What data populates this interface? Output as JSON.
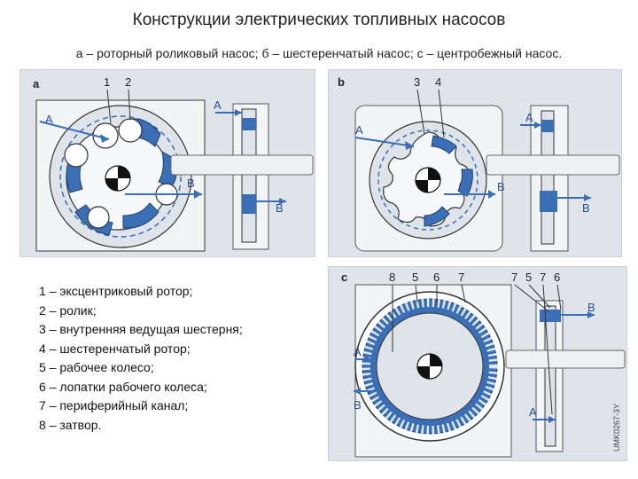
{
  "title": "Конструкции электрических топливных насосов",
  "subtitle": "а – роторный роликовый насос; б – шестеренчатый насос; с – центробежный насос.",
  "panels": {
    "a": {
      "letter": "a",
      "num1": "1",
      "num2": "2",
      "labelA1": "A",
      "labelA2": "A",
      "labelB1": "B",
      "labelB2": "B"
    },
    "b": {
      "letter": "b",
      "num3": "3",
      "num4": "4",
      "labelA1": "A",
      "labelA2": "A",
      "labelB1": "B",
      "labelB2": "B"
    },
    "c": {
      "letter": "c",
      "n8": "8",
      "n5": "5",
      "n6": "6",
      "n7": "7",
      "r7": "7",
      "r5": "5",
      "r7b": "7",
      "r6": "6",
      "labelA1": "A",
      "labelA2": "A",
      "labelB1": "B",
      "labelB2": "B",
      "watermark": "UMK0267-3Y"
    }
  },
  "legend": [
    "1 – эксцентриковый ротор;",
    "2 –   ролик;",
    "3 – внутренняя ведущая шестерня;",
    "4 – шестеренчатый ротор;",
    "5 – рабочее колесо;",
    "6 – лопатки рабочего колеса;",
    " 7 – периферийный канал;",
    " 8 – затвор."
  ],
  "colors": {
    "accent": "#3a6fb5",
    "panel_bg": "#dfe4ea",
    "housing": "#f2f4f6",
    "line": "#2b2b2b"
  }
}
